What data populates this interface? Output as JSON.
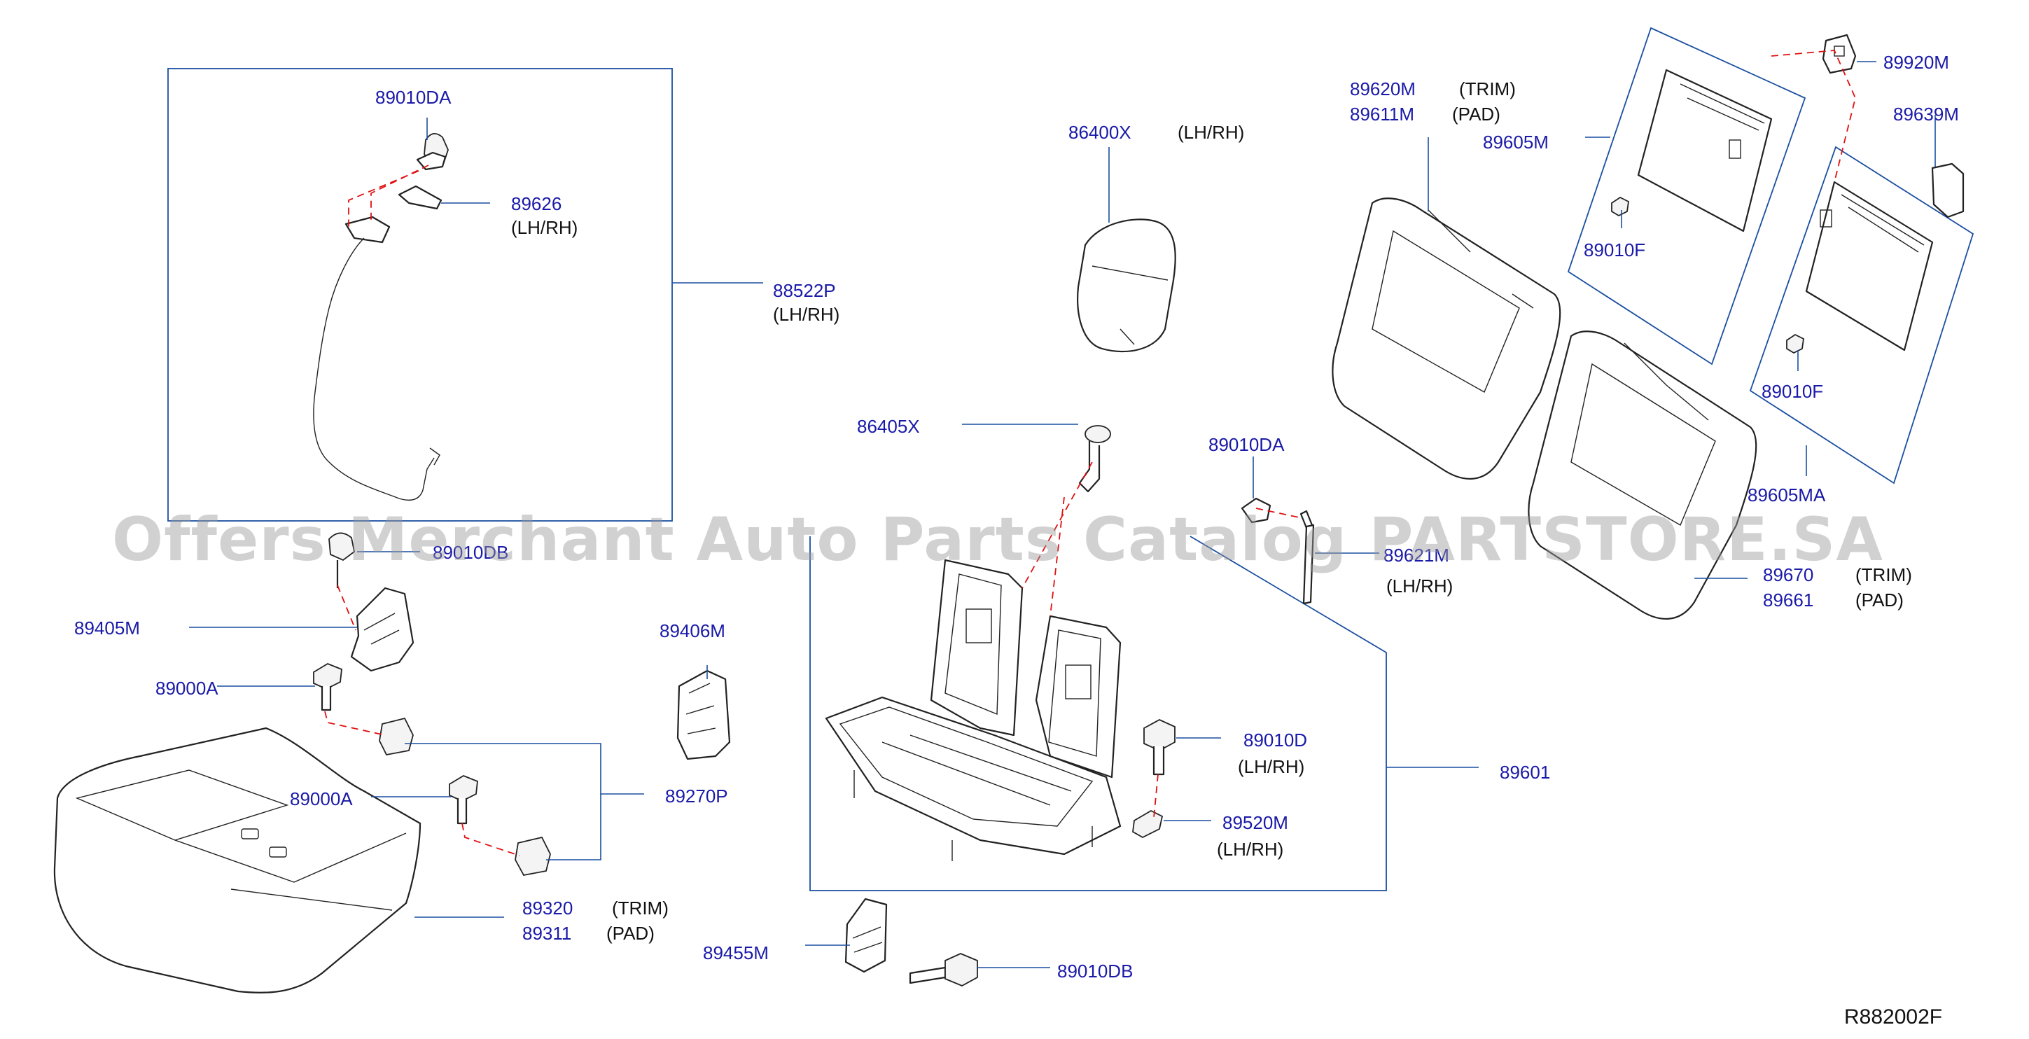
{
  "diagram": {
    "reference_code": "R882002F",
    "watermark": "Offers Merchant Auto Parts Catalog PARTSTORE.SA",
    "colors": {
      "part_number": "#1a1aa8",
      "leader_line": "#1a4fa0",
      "assembly_dash": "#e01010",
      "outline": "#222222"
    },
    "labels": {
      "p89010DA_top": "89010DA",
      "p89626": "89626",
      "p89626_note": "(LH/RH)",
      "p88522P": "88522P",
      "p88522P_note": "(LH/RH)",
      "p89010DB_obscured": "89010DB",
      "p89405M": "89405M",
      "p89000A_1": "89000A",
      "p89000A_2": "89000A",
      "p89406M": "89406M",
      "p89270P": "89270P",
      "p89320": "89320",
      "p89320_note": "(TRIM)",
      "p89311": "89311",
      "p89311_note": "(PAD)",
      "p89455M": "89455M",
      "p89010DB": "89010DB",
      "p86400X": "86400X",
      "p86400X_note": "(LH/RH)",
      "p86405X": "86405X",
      "p89010DA_mid": "89010DA",
      "p89621M": "89621M",
      "p89621M_note": "(LH/RH)",
      "p89601": "89601",
      "p89010D": "89010D",
      "p89010D_note": "(LH/RH)",
      "p89520M": "89520M",
      "p89520M_note": "(LH/RH)",
      "p89620M": "89620M",
      "p89620M_note": "(TRIM)",
      "p89611M": "89611M",
      "p89611M_note": "(PAD)",
      "p89605M": "89605M",
      "p89010F_1": "89010F",
      "p89920M": "89920M",
      "p89639M": "89639M",
      "p89010F_2": "89010F",
      "p89605MA": "89605MA",
      "p89670": "89670",
      "p89670_note": "(TRIM)",
      "p89661": "89661",
      "p89661_note": "(PAD)"
    }
  }
}
